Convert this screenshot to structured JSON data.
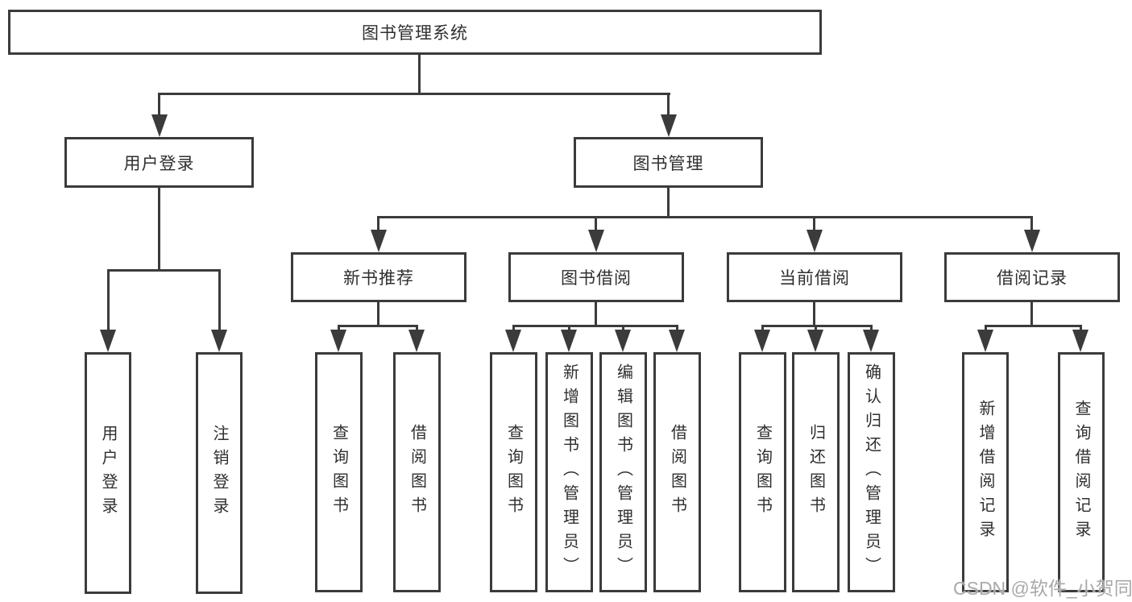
{
  "nodes": {
    "root": "图书管理系统",
    "user_login": "用户登录",
    "book_management": "图书管理",
    "new_book_recommend": "新书推荐",
    "book_borrow": "图书借阅",
    "current_borrow": "当前借阅",
    "borrow_record": "借阅记录",
    "leaf_user_login": "用户登录",
    "leaf_logout": "注销登录",
    "nbr_query_book": "查询图书",
    "nbr_borrow_book": "借阅图书",
    "bb_query_book": "查询图书",
    "bb_add_book": "新增图书（管理员）",
    "bb_edit_book": "编辑图书（管理员）",
    "bb_borrow_book": "借阅图书",
    "cb_query_book": "查询图书",
    "cb_return_book": "归还图书",
    "cb_confirm_return": "确认归还（管理员）",
    "br_add_record": "新增借阅记录",
    "br_query_record": "查询借阅记录"
  },
  "hierarchy": {
    "图书管理系统": {
      "用户登录": [
        "用户登录",
        "注销登录"
      ],
      "图书管理": {
        "新书推荐": [
          "查询图书",
          "借阅图书"
        ],
        "图书借阅": [
          "查询图书",
          "新增图书（管理员）",
          "编辑图书（管理员）",
          "借阅图书"
        ],
        "当前借阅": [
          "查询图书",
          "归还图书",
          "确认归还（管理员）"
        ],
        "借阅记录": [
          "新增借阅记录",
          "查询借阅记录"
        ]
      }
    }
  },
  "watermark": "CSDN @软件_小贺同学",
  "colors": {
    "line": "#3b3b3b",
    "text": "#2f2f2f",
    "background": "#ffffff",
    "watermark": "#a9a9a9"
  }
}
